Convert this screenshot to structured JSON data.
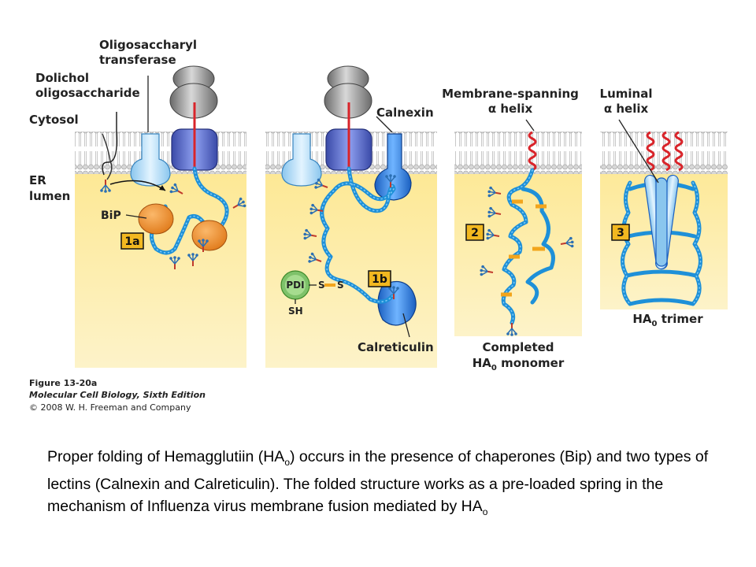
{
  "labels": {
    "oligosaccharyl_line1": "Oligosaccharyl",
    "oligosaccharyl_line2": "transferase",
    "dolichol_line1": "Dolichol",
    "dolichol_line2": "oligosaccharide",
    "cytosol": "Cytosol",
    "er_line1": "ER",
    "er_line2": "lumen",
    "bip": "BiP",
    "calnexin": "Calnexin",
    "calreticulin": "Calreticulin",
    "pdi": "PDI",
    "s1": "S",
    "s2": "S",
    "sh": "SH",
    "membrane_line1": "Membrane-spanning",
    "membrane_line2": "α helix",
    "luminal_line1": "Luminal",
    "luminal_line2": "α helix",
    "completed_line1": "Completed",
    "completed_line2_pre": "HA",
    "completed_line2_sub": "0",
    "completed_line2_post": " monomer",
    "trimer_pre": "HA",
    "trimer_sub": "0",
    "trimer_post": " trimer"
  },
  "steps": [
    "1a",
    "1b",
    "2",
    "3"
  ],
  "figure_credit": {
    "title": "Figure 13-20a",
    "book": "Molecular Cell Biology, Sixth Edition",
    "copyright": "© 2008 W. H. Freeman and Company"
  },
  "caption": {
    "part1": "Proper folding of Hemagglutiin (HA",
    "sub1": "o",
    "part2": ") occurs in the presence of chaperones (Bip) and two types of lectins (Calnexin and Calreticulin). The folded structure works as a pre-loaded spring in the mechanism of Influenza virus membrane fusion mediated by HA",
    "sub2": "o"
  },
  "colors": {
    "lumen": "#fbeaa0",
    "chain": "#1e90d8",
    "helix": "#d9242a",
    "bip": "#f0902c",
    "pdi": "#7ec26a",
    "badge": "#f2b820"
  }
}
